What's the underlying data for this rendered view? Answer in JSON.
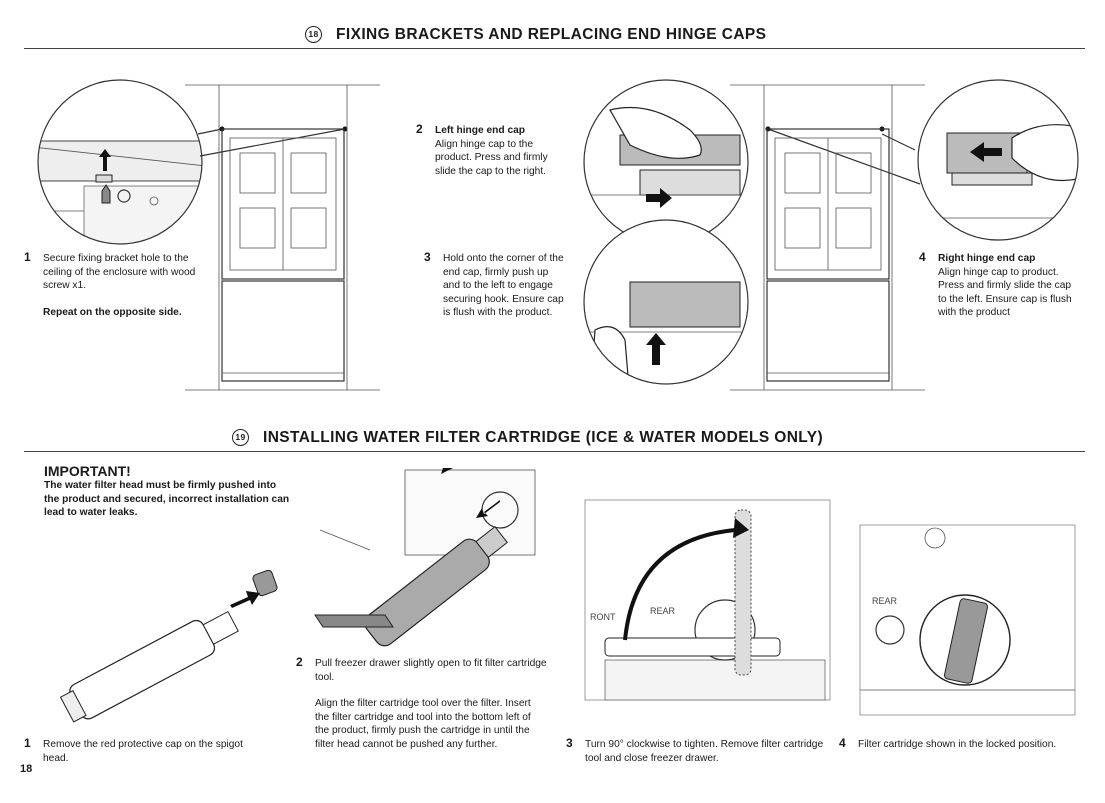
{
  "section18": {
    "number": "18",
    "title": "FIXING BRACKETS AND REPLACING END HINGE CAPS",
    "step1": {
      "num": "1",
      "text": "Secure fixing bracket hole to the ceiling of the enclosure with wood screw x1.",
      "note": "Repeat on the opposite side."
    },
    "step2": {
      "num": "2",
      "heading": "Left hinge end cap",
      "text": "Align hinge cap to the product. Press and firmly slide the cap to the right."
    },
    "step3": {
      "num": "3",
      "text": "Hold onto the corner of the end cap, firmly push up and to the left to engage securing hook. Ensure cap is flush with the product."
    },
    "step4": {
      "num": "4",
      "heading": "Right hinge end cap",
      "text": "Align hinge cap to product. Press and firmly slide the cap to the left. Ensure cap is flush with the product"
    }
  },
  "section19": {
    "number": "19",
    "title": "INSTALLING WATER FILTER CARTRIDGE (ICE & WATER MODELS ONLY)",
    "important": {
      "title": "IMPORTANT!",
      "text": "The water filter head must be firmly pushed into the product and secured, incorrect installation can lead to water leaks."
    },
    "step1": {
      "num": "1",
      "text": "Remove the red protective cap on the spigot head."
    },
    "step2": {
      "num": "2",
      "text": "Pull freezer drawer slightly open to fit filter cartridge tool.",
      "text2": "Align the filter cartridge tool over the filter. Insert the filter cartridge and tool into the bottom left of the product, firmly push the cartridge in until the filter head cannot be pushed any further."
    },
    "step3": {
      "num": "3",
      "text": "Turn 90° clockwise to tighten. Remove filter cartridge tool and close freezer drawer."
    },
    "step4": {
      "num": "4",
      "text": "Filter cartridge shown in the locked position."
    },
    "labels": {
      "front": "RONT",
      "rear": "REAR",
      "rear2": "REAR"
    }
  },
  "page_number": "18",
  "icons": [
    "arrow-up-icon",
    "arrow-right-icon",
    "arrow-left-icon",
    "curved-arrow-icon"
  ]
}
